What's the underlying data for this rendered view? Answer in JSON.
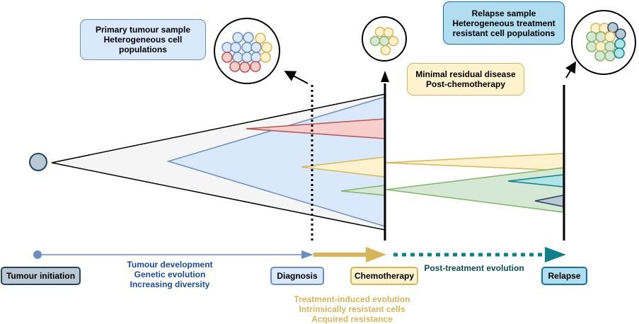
{
  "callouts": {
    "primary": {
      "lines": [
        "Primary tumour sample",
        "Heterogeneous cell",
        "populations"
      ]
    },
    "mrd": {
      "lines": [
        "Minimal residual disease",
        "Post-chemotherapy"
      ]
    },
    "relapse": {
      "lines": [
        "Relapse sample",
        "Heterogeneous treatment",
        "resistant cell populations"
      ]
    }
  },
  "stages": {
    "initiation": "Tumour initiation",
    "diagnosis": "Diagnosis",
    "chemotherapy": "Chemotherapy",
    "relapse": "Relapse"
  },
  "phase_notes": {
    "development": [
      "Tumour development",
      "Genetic evolution",
      "Increasing diversity"
    ],
    "treatment": [
      "Treatment-induced evolution",
      "Intrinsically resistant cells",
      "Acquired resistance"
    ],
    "post_treatment": "Post-treatment evolution"
  },
  "colors": {
    "blue_fill": "#dae8fc",
    "blue_stroke": "#6c8ebf",
    "red_fill": "#f8cecc",
    "red_stroke": "#b85450",
    "yellow_fill": "#fff2cc",
    "yellow_stroke": "#d6b656",
    "green_fill": "#d5e8d4",
    "green_stroke": "#82b366",
    "teal_fill": "#b0e3e6",
    "teal_stroke": "#0e8088",
    "slate_fill": "#bac8d3",
    "slate_stroke": "#23445d",
    "relapse_box_fill": "#b1ddf0",
    "relapse_box_stroke": "#10739e",
    "dev_text": "#1a4b9c",
    "treat_text": "#d6b656",
    "post_text": "#0b4d4d"
  },
  "cell_samples": {
    "primary": {
      "blue": 11,
      "red": 4,
      "yellow": 3
    },
    "mrd": {
      "yellow": 4,
      "green": 2
    },
    "relapse": {
      "yellow": 4,
      "green": 7,
      "slate": 2,
      "teal": 2
    }
  }
}
